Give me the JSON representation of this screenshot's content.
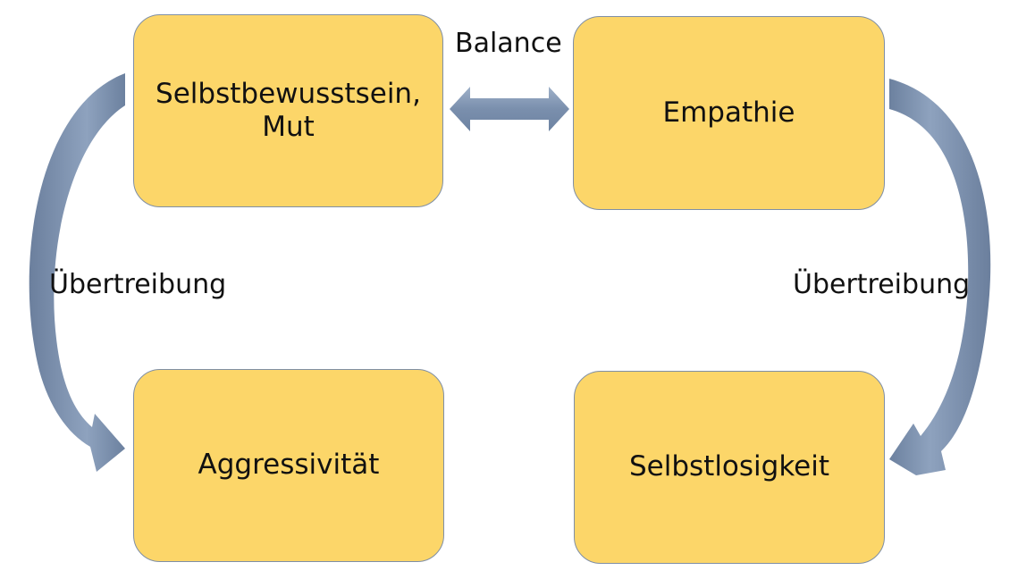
{
  "diagram": {
    "boxes": {
      "top_left": "Selbstbewusstsein,\nMut",
      "top_right": "Empathie",
      "bottom_left": "Aggressivität",
      "bottom_right": "Selbstlosigkeit"
    },
    "labels": {
      "balance": "Balance",
      "exaggeration_left": "Übertreibung",
      "exaggeration_right": "Übertreibung"
    },
    "colors": {
      "box_fill": "#fcd669",
      "box_border": "#7f8fa6",
      "arrow_fill": "#7b90ae"
    }
  }
}
